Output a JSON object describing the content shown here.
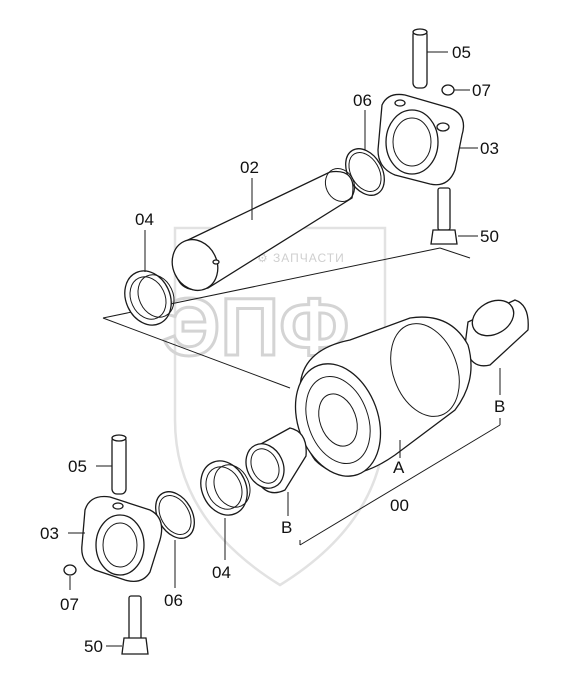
{
  "watermark": {
    "brand_line": "ТЕХНИКА ⚙ ЗАПЧАСТИ",
    "logo_letters": "ЭПФ"
  },
  "callouts": {
    "c05_top": "05",
    "c07_top": "07",
    "c06_top": "06",
    "c03_top": "03",
    "c02": "02",
    "c04_top": "04",
    "c50_top": "50",
    "cB_right": "B",
    "cA": "A",
    "c00": "00",
    "c05_bottom": "05",
    "c03_bottom": "03",
    "c07_bottom": "07",
    "c06_bottom": "06",
    "c04_bottom": "04",
    "c50_bottom": "50",
    "cB_left": "B"
  }
}
